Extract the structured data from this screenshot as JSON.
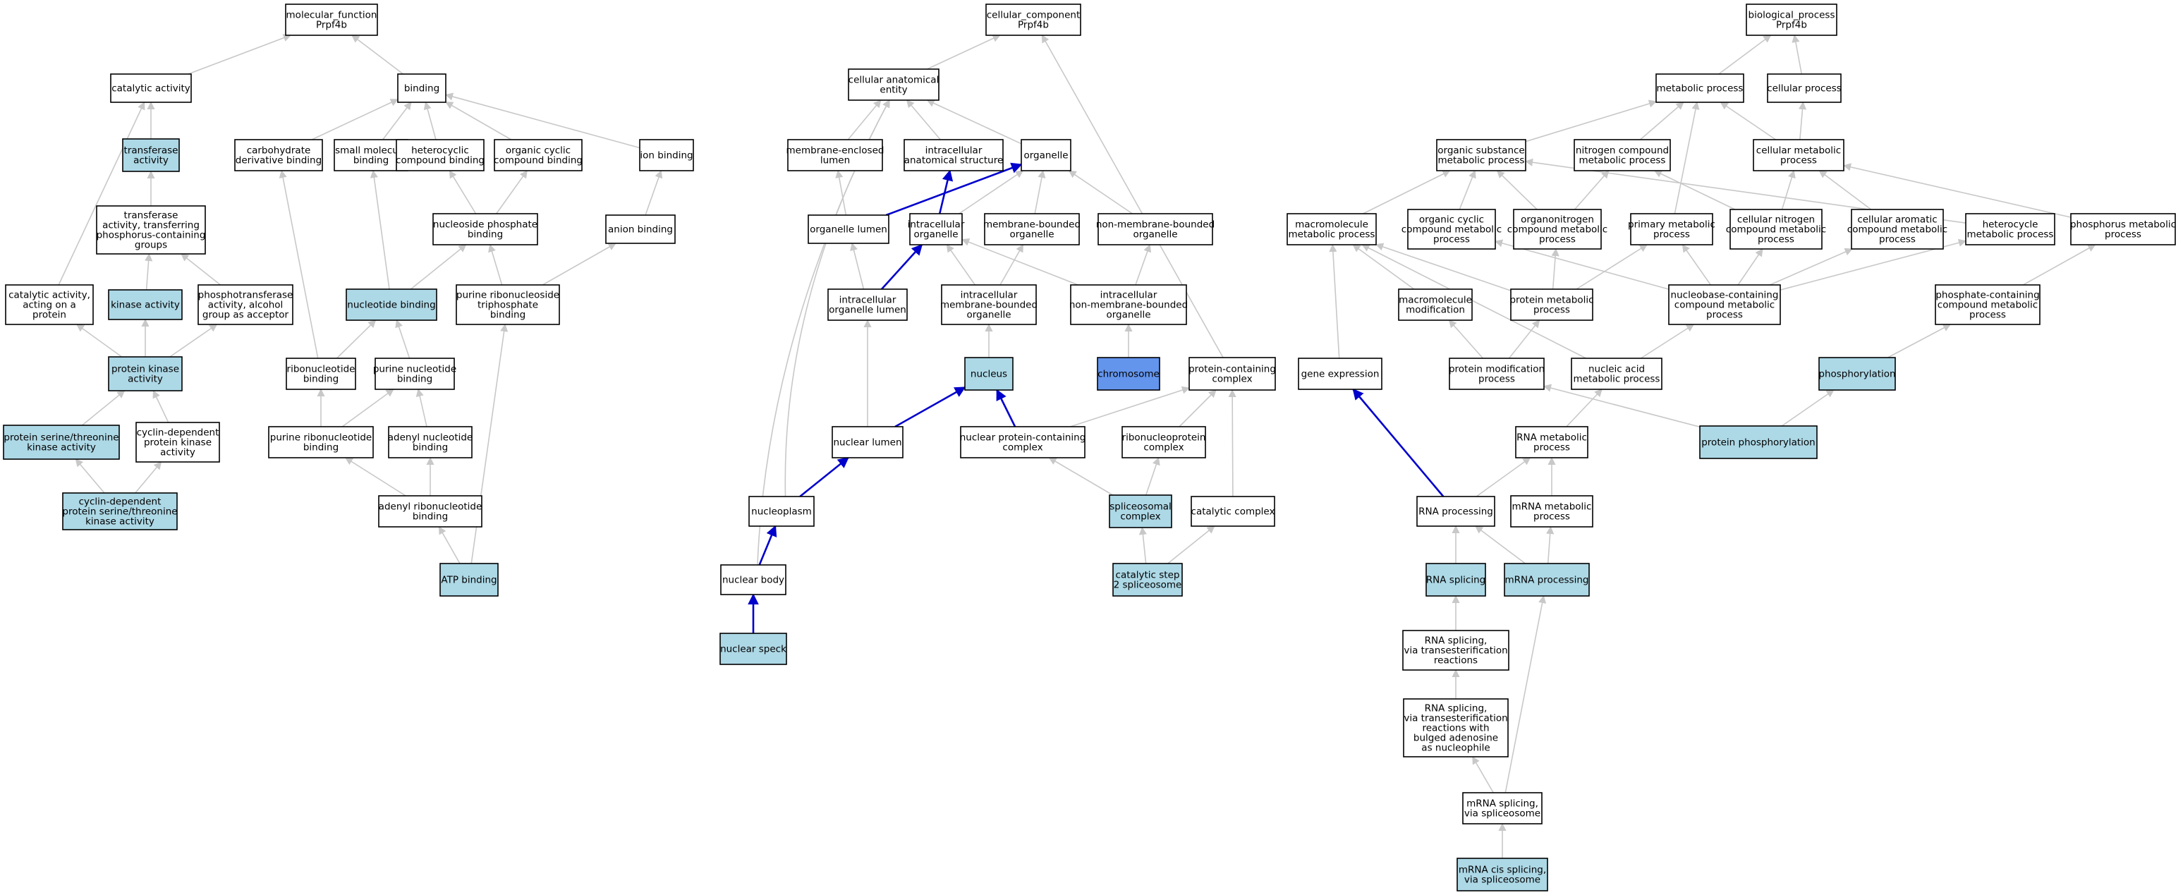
{
  "colors": {
    "plain": "#ffffff",
    "annotated": "#add8e6",
    "focus": "#6495ed",
    "edge": "#c8c8c8",
    "highlight_edge": "#0000cc"
  },
  "nodes": [
    {
      "id": "mf",
      "label": [
        "molecular_function",
        "Prpf4b"
      ],
      "fill": "plain"
    },
    {
      "id": "catalytic",
      "label": [
        "catalytic activity"
      ],
      "fill": "plain"
    },
    {
      "id": "binding",
      "label": [
        "binding"
      ],
      "fill": "plain"
    },
    {
      "id": "transferase",
      "label": [
        "transferase",
        "activity"
      ],
      "fill": "annotated"
    },
    {
      "id": "carb",
      "label": [
        "carbohydrate",
        "derivative binding"
      ],
      "fill": "plain"
    },
    {
      "id": "smallmol",
      "label": [
        "small molecule",
        "binding"
      ],
      "fill": "plain"
    },
    {
      "id": "hetcomp",
      "label": [
        "heterocyclic",
        "compound binding"
      ],
      "fill": "plain"
    },
    {
      "id": "orgcyc",
      "label": [
        "organic cyclic",
        "compound binding"
      ],
      "fill": "plain"
    },
    {
      "id": "ionb",
      "label": [
        "ion binding"
      ],
      "fill": "plain"
    },
    {
      "id": "transphos",
      "label": [
        "transferase",
        "activity, transferring",
        "phosphorus-containing",
        "groups"
      ],
      "fill": "plain"
    },
    {
      "id": "nucphos",
      "label": [
        "nucleoside phosphate",
        "binding"
      ],
      "fill": "plain"
    },
    {
      "id": "anionb",
      "label": [
        "anion binding"
      ],
      "fill": "plain"
    },
    {
      "id": "catprot",
      "label": [
        "catalytic activity,",
        "acting on a",
        "protein"
      ],
      "fill": "plain"
    },
    {
      "id": "kinase",
      "label": [
        "kinase activity"
      ],
      "fill": "annotated"
    },
    {
      "id": "phosphotrans",
      "label": [
        "phosphotransferase",
        "activity, alcohol",
        "group as acceptor"
      ],
      "fill": "plain"
    },
    {
      "id": "nucleotideb",
      "label": [
        "nucleotide binding"
      ],
      "fill": "annotated"
    },
    {
      "id": "purribotri",
      "label": [
        "purine ribonucleoside",
        "triphosphate",
        "binding"
      ],
      "fill": "plain"
    },
    {
      "id": "protkinase",
      "label": [
        "protein kinase",
        "activity"
      ],
      "fill": "annotated"
    },
    {
      "id": "ribonucb",
      "label": [
        "ribonucleotide",
        "binding"
      ],
      "fill": "plain"
    },
    {
      "id": "purnucb",
      "label": [
        "purine nucleotide",
        "binding"
      ],
      "fill": "plain"
    },
    {
      "id": "serthr",
      "label": [
        "protein serine/threonine",
        "kinase activity"
      ],
      "fill": "annotated"
    },
    {
      "id": "cdk",
      "label": [
        "cyclin-dependent",
        "protein kinase",
        "activity"
      ],
      "fill": "plain"
    },
    {
      "id": "purribonucb",
      "label": [
        "purine ribonucleotide",
        "binding"
      ],
      "fill": "plain"
    },
    {
      "id": "adenylnucb",
      "label": [
        "adenyl nucleotide",
        "binding"
      ],
      "fill": "plain"
    },
    {
      "id": "cdkserthr",
      "label": [
        "cyclin-dependent",
        "protein serine/threonine",
        "kinase activity"
      ],
      "fill": "annotated"
    },
    {
      "id": "adenylribob",
      "label": [
        "adenyl ribonucleotide",
        "binding"
      ],
      "fill": "plain"
    },
    {
      "id": "atp",
      "label": [
        "ATP binding"
      ],
      "fill": "annotated"
    },
    {
      "id": "cc",
      "label": [
        "cellular_component",
        "Prpf4b"
      ],
      "fill": "plain"
    },
    {
      "id": "cae",
      "label": [
        "cellular anatomical",
        "entity"
      ],
      "fill": "plain"
    },
    {
      "id": "membenclumen",
      "label": [
        "membrane-enclosed",
        "lumen"
      ],
      "fill": "plain"
    },
    {
      "id": "intraanat",
      "label": [
        "intracellular",
        "anatomical structure"
      ],
      "fill": "plain"
    },
    {
      "id": "organelle",
      "label": [
        "organelle"
      ],
      "fill": "plain"
    },
    {
      "id": "orglumen",
      "label": [
        "organelle lumen"
      ],
      "fill": "plain"
    },
    {
      "id": "intraorg",
      "label": [
        "intracellular",
        "organelle"
      ],
      "fill": "plain"
    },
    {
      "id": "membbound",
      "label": [
        "membrane-bounded",
        "organelle"
      ],
      "fill": "plain"
    },
    {
      "id": "nonmemb",
      "label": [
        "non-membrane-bounded",
        "organelle"
      ],
      "fill": "plain"
    },
    {
      "id": "intraorglumen",
      "label": [
        "intracellular",
        "organelle lumen"
      ],
      "fill": "plain"
    },
    {
      "id": "intramembbound",
      "label": [
        "intracellular",
        "membrane-bounded",
        "organelle"
      ],
      "fill": "plain"
    },
    {
      "id": "intranonmemb",
      "label": [
        "intracellular",
        "non-membrane-bounded",
        "organelle"
      ],
      "fill": "plain"
    },
    {
      "id": "nucleus",
      "label": [
        "nucleus"
      ],
      "fill": "annotated"
    },
    {
      "id": "chromosome",
      "label": [
        "chromosome"
      ],
      "fill": "focus"
    },
    {
      "id": "protcomplex",
      "label": [
        "protein-containing",
        "complex"
      ],
      "fill": "plain"
    },
    {
      "id": "nuclumen",
      "label": [
        "nuclear lumen"
      ],
      "fill": "plain"
    },
    {
      "id": "nucprotcomplex",
      "label": [
        "nuclear protein-containing",
        "complex"
      ],
      "fill": "plain"
    },
    {
      "id": "ribonucprot",
      "label": [
        "ribonucleoprotein",
        "complex"
      ],
      "fill": "plain"
    },
    {
      "id": "nucleoplasm",
      "label": [
        "nucleoplasm"
      ],
      "fill": "plain"
    },
    {
      "id": "spliceosomal",
      "label": [
        "spliceosomal",
        "complex"
      ],
      "fill": "annotated"
    },
    {
      "id": "catcomplex",
      "label": [
        "catalytic complex"
      ],
      "fill": "plain"
    },
    {
      "id": "nucbody",
      "label": [
        "nuclear body"
      ],
      "fill": "plain"
    },
    {
      "id": "catstep2",
      "label": [
        "catalytic step",
        "2 spliceosome"
      ],
      "fill": "annotated"
    },
    {
      "id": "nucspeck",
      "label": [
        "nuclear speck"
      ],
      "fill": "annotated"
    },
    {
      "id": "bp",
      "label": [
        "biological_process",
        "Prpf4b"
      ],
      "fill": "plain"
    },
    {
      "id": "metab",
      "label": [
        "metabolic process"
      ],
      "fill": "plain"
    },
    {
      "id": "cellproc",
      "label": [
        "cellular process"
      ],
      "fill": "plain"
    },
    {
      "id": "orgsub",
      "label": [
        "organic substance",
        "metabolic process"
      ],
      "fill": "plain"
    },
    {
      "id": "nitro",
      "label": [
        "nitrogen compound",
        "metabolic process"
      ],
      "fill": "plain"
    },
    {
      "id": "cellmetab",
      "label": [
        "cellular metabolic",
        "process"
      ],
      "fill": "plain"
    },
    {
      "id": "macromol",
      "label": [
        "macromolecule",
        "metabolic process"
      ],
      "fill": "plain"
    },
    {
      "id": "orgcycmetab",
      "label": [
        "organic cyclic",
        "compound metabolic",
        "process"
      ],
      "fill": "plain"
    },
    {
      "id": "organonitro",
      "label": [
        "organonitrogen",
        "compound metabolic",
        "process"
      ],
      "fill": "plain"
    },
    {
      "id": "primary",
      "label": [
        "primary metabolic",
        "process"
      ],
      "fill": "plain"
    },
    {
      "id": "cellnitro",
      "label": [
        "cellular nitrogen",
        "compound metabolic",
        "process"
      ],
      "fill": "plain"
    },
    {
      "id": "cellarom",
      "label": [
        "cellular aromatic",
        "compound metabolic",
        "process"
      ],
      "fill": "plain"
    },
    {
      "id": "heterocycle",
      "label": [
        "heterocycle",
        "metabolic process"
      ],
      "fill": "plain"
    },
    {
      "id": "phosphorus",
      "label": [
        "phosphorus metabolic",
        "process"
      ],
      "fill": "plain"
    },
    {
      "id": "macromod",
      "label": [
        "macromolecule",
        "modification"
      ],
      "fill": "plain"
    },
    {
      "id": "protmetab",
      "label": [
        "protein metabolic",
        "process"
      ],
      "fill": "plain"
    },
    {
      "id": "nucleobase",
      "label": [
        "nucleobase-containing",
        "compound metabolic",
        "process"
      ],
      "fill": "plain"
    },
    {
      "id": "phosphate",
      "label": [
        "phosphate-containing",
        "compound metabolic",
        "process"
      ],
      "fill": "plain"
    },
    {
      "id": "geneexp",
      "label": [
        "gene expression"
      ],
      "fill": "plain"
    },
    {
      "id": "protmod",
      "label": [
        "protein modification",
        "process"
      ],
      "fill": "plain"
    },
    {
      "id": "nucacid",
      "label": [
        "nucleic acid",
        "metabolic process"
      ],
      "fill": "plain"
    },
    {
      "id": "phosphorylation",
      "label": [
        "phosphorylation"
      ],
      "fill": "annotated"
    },
    {
      "id": "rnametab",
      "label": [
        "RNA metabolic",
        "process"
      ],
      "fill": "plain"
    },
    {
      "id": "protphos",
      "label": [
        "protein phosphorylation"
      ],
      "fill": "annotated"
    },
    {
      "id": "rnaproc",
      "label": [
        "RNA processing"
      ],
      "fill": "plain"
    },
    {
      "id": "mrnametab",
      "label": [
        "mRNA metabolic",
        "process"
      ],
      "fill": "plain"
    },
    {
      "id": "rnasplicing",
      "label": [
        "RNA splicing"
      ],
      "fill": "annotated"
    },
    {
      "id": "mrnaproc",
      "label": [
        "mRNA processing"
      ],
      "fill": "annotated"
    },
    {
      "id": "rnasplicetrans",
      "label": [
        "RNA splicing,",
        "via transesterification",
        "reactions"
      ],
      "fill": "plain"
    },
    {
      "id": "rnasplicebulged",
      "label": [
        "RNA splicing,",
        "via transesterification",
        "reactions with",
        "bulged adenosine",
        "as nucleophile"
      ],
      "fill": "plain"
    },
    {
      "id": "mrnasplice",
      "label": [
        "mRNA splicing,",
        "via spliceosome"
      ],
      "fill": "plain"
    },
    {
      "id": "mrnacis",
      "label": [
        "mRNA cis splicing,",
        "via spliceosome"
      ],
      "fill": "annotated"
    }
  ],
  "edges": [
    [
      "catalytic",
      "mf"
    ],
    [
      "binding",
      "mf"
    ],
    [
      "transferase",
      "catalytic"
    ],
    [
      "catprot",
      "catalytic"
    ],
    [
      "carb",
      "binding"
    ],
    [
      "smallmol",
      "binding"
    ],
    [
      "hetcomp",
      "binding"
    ],
    [
      "orgcyc",
      "binding"
    ],
    [
      "ionb",
      "binding"
    ],
    [
      "transphos",
      "transferase"
    ],
    [
      "kinase",
      "transphos"
    ],
    [
      "phosphotrans",
      "transphos"
    ],
    [
      "nucphos",
      "hetcomp"
    ],
    [
      "nucphos",
      "orgcyc"
    ],
    [
      "anionb",
      "ionb"
    ],
    [
      "nucleotideb",
      "smallmol"
    ],
    [
      "nucleotideb",
      "nucphos"
    ],
    [
      "purribotri",
      "nucphos"
    ],
    [
      "purribotri",
      "anionb"
    ],
    [
      "protkinase",
      "catprot"
    ],
    [
      "protkinase",
      "kinase"
    ],
    [
      "protkinase",
      "phosphotrans"
    ],
    [
      "ribonucb",
      "carb"
    ],
    [
      "ribonucb",
      "nucleotideb"
    ],
    [
      "purnucb",
      "nucleotideb"
    ],
    [
      "serthr",
      "protkinase"
    ],
    [
      "cdk",
      "protkinase"
    ],
    [
      "purribonucb",
      "ribonucb"
    ],
    [
      "purribonucb",
      "purnucb"
    ],
    [
      "adenylnucb",
      "purnucb"
    ],
    [
      "cdkserthr",
      "serthr"
    ],
    [
      "cdkserthr",
      "cdk"
    ],
    [
      "adenylribob",
      "purribonucb"
    ],
    [
      "adenylribob",
      "adenylnucb"
    ],
    [
      "atp",
      "adenylribob"
    ],
    [
      "atp",
      "purribotri"
    ],
    [
      "cae",
      "cc"
    ],
    [
      "protcomplex",
      "cc"
    ],
    [
      "membenclumen",
      "cae"
    ],
    [
      "intraanat",
      "cae"
    ],
    [
      "organelle",
      "cae"
    ],
    [
      "orglumen",
      "membenclumen"
    ],
    [
      "orglumen",
      "organelle"
    ],
    [
      "intraorg",
      "intraanat"
    ],
    [
      "intraorg",
      "organelle"
    ],
    [
      "membbound",
      "organelle"
    ],
    [
      "nonmemb",
      "organelle"
    ],
    [
      "intraorglumen",
      "orglumen"
    ],
    [
      "intraorglumen",
      "intraorg"
    ],
    [
      "intramembbound",
      "intraorg"
    ],
    [
      "intramembbound",
      "membbound"
    ],
    [
      "intranonmemb",
      "intraorg"
    ],
    [
      "intranonmemb",
      "nonmemb"
    ],
    [
      "nucleus",
      "intramembbound"
    ],
    [
      "chromosome",
      "intranonmemb"
    ],
    [
      "nuclumen",
      "intraorglumen"
    ],
    [
      "nuclumen",
      "nucleus"
    ],
    [
      "nucprotcomplex",
      "nucleus"
    ],
    [
      "nucprotcomplex",
      "protcomplex"
    ],
    [
      "ribonucprot",
      "protcomplex"
    ],
    [
      "nucleoplasm",
      "nuclumen"
    ],
    [
      "nucleoplasm",
      "cae"
    ],
    [
      "spliceosomal",
      "nucprotcomplex"
    ],
    [
      "spliceosomal",
      "ribonucprot"
    ],
    [
      "catcomplex",
      "protcomplex"
    ],
    [
      "nucbody",
      "nucleoplasm"
    ],
    [
      "nucbody",
      "cae"
    ],
    [
      "catstep2",
      "spliceosomal"
    ],
    [
      "catstep2",
      "catcomplex"
    ],
    [
      "nucspeck",
      "nucbody"
    ],
    [
      "metab",
      "bp"
    ],
    [
      "cellproc",
      "bp"
    ],
    [
      "orgsub",
      "metab"
    ],
    [
      "nitro",
      "metab"
    ],
    [
      "cellmetab",
      "metab"
    ],
    [
      "cellmetab",
      "cellproc"
    ],
    [
      "macromol",
      "orgsub"
    ],
    [
      "orgcycmetab",
      "orgsub"
    ],
    [
      "organonitro",
      "orgsub"
    ],
    [
      "organonitro",
      "nitro"
    ],
    [
      "primary",
      "metab"
    ],
    [
      "cellnitro",
      "nitro"
    ],
    [
      "cellnitro",
      "cellmetab"
    ],
    [
      "cellarom",
      "cellmetab"
    ],
    [
      "heterocycle",
      "orgsub"
    ],
    [
      "phosphorus",
      "cellmetab"
    ],
    [
      "macromod",
      "macromol"
    ],
    [
      "protmetab",
      "macromol"
    ],
    [
      "protmetab",
      "organonitro"
    ],
    [
      "protmetab",
      "primary"
    ],
    [
      "nucleobase",
      "orgcycmetab"
    ],
    [
      "nucleobase",
      "cellnitro"
    ],
    [
      "nucleobase",
      "cellarom"
    ],
    [
      "nucleobase",
      "heterocycle"
    ],
    [
      "nucleobase",
      "primary"
    ],
    [
      "phosphate",
      "phosphorus"
    ],
    [
      "geneexp",
      "macromol"
    ],
    [
      "protmod",
      "macromod"
    ],
    [
      "protmod",
      "protmetab"
    ],
    [
      "nucacid",
      "nucleobase"
    ],
    [
      "nucacid",
      "macromol"
    ],
    [
      "phosphorylation",
      "phosphate"
    ],
    [
      "rnametab",
      "nucacid"
    ],
    [
      "protphos",
      "phosphorylation"
    ],
    [
      "protphos",
      "protmod"
    ],
    [
      "rnaproc",
      "geneexp"
    ],
    [
      "rnaproc",
      "rnametab"
    ],
    [
      "mrnametab",
      "rnametab"
    ],
    [
      "rnasplicing",
      "rnaproc"
    ],
    [
      "mrnaproc",
      "rnaproc"
    ],
    [
      "mrnaproc",
      "mrnametab"
    ],
    [
      "rnasplicetrans",
      "rnasplicing"
    ],
    [
      "rnasplicebulged",
      "rnasplicetrans"
    ],
    [
      "mrnasplice",
      "rnasplicebulged"
    ],
    [
      "mrnasplice",
      "mrnaproc"
    ],
    [
      "mrnacis",
      "mrnasplice"
    ]
  ],
  "highlighted_edges": [
    [
      "nucspeck",
      "nucbody"
    ],
    [
      "nucbody",
      "nucleoplasm"
    ],
    [
      "nucleoplasm",
      "nuclumen"
    ],
    [
      "nuclumen",
      "nucleus"
    ],
    [
      "nucprotcomplex",
      "nucleus"
    ],
    [
      "intraorglumen",
      "intraorg"
    ],
    [
      "intraorg",
      "intraanat"
    ],
    [
      "orglumen",
      "organelle"
    ],
    [
      "rnaproc",
      "geneexp"
    ]
  ]
}
